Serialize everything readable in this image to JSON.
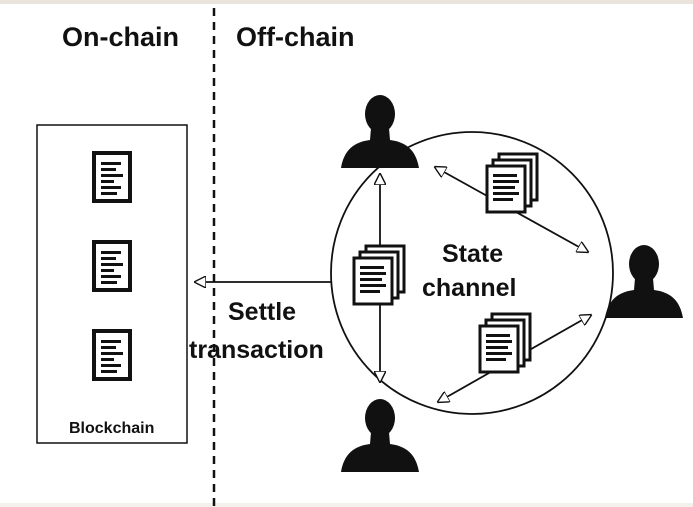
{
  "headers": {
    "left": "On-chain",
    "right": "Off-chain"
  },
  "blockchain": {
    "label": "Blockchain"
  },
  "channel": {
    "label_line1": "State",
    "label_line2": "channel"
  },
  "settle": {
    "line1": "Settle",
    "line2": "transaction"
  },
  "icons": {
    "document": "document-icon",
    "stack": "document-stack-icon",
    "person": "person-icon"
  },
  "colors": {
    "ink": "#111111",
    "background": "#ffffff"
  }
}
